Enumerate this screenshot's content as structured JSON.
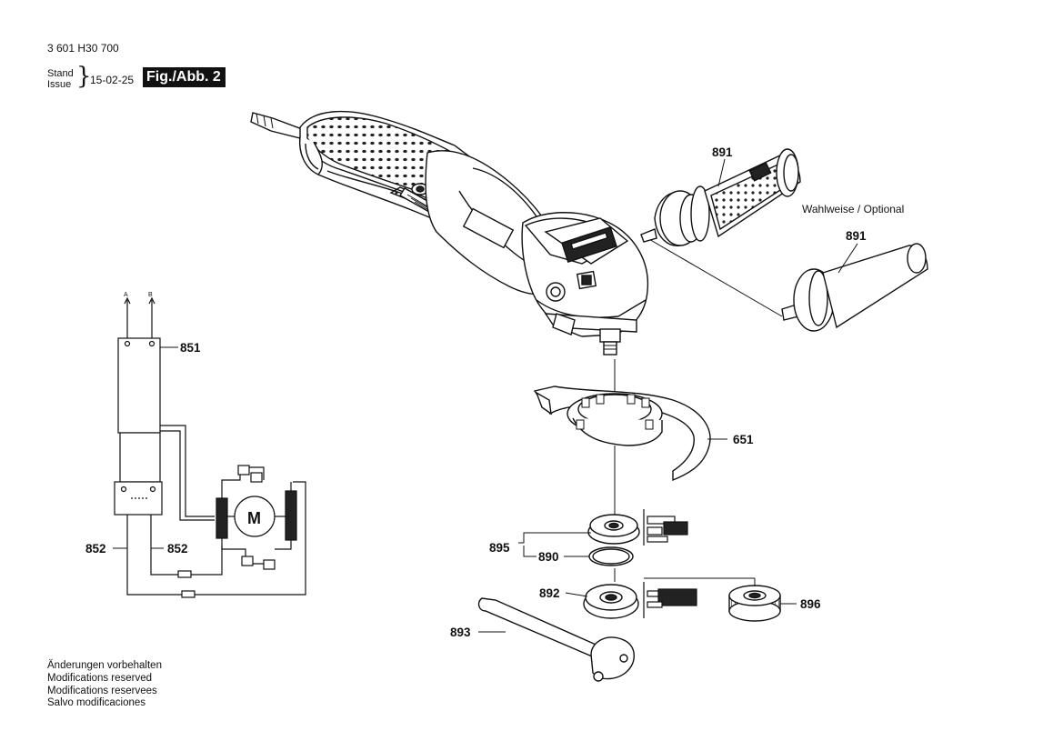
{
  "header": {
    "doc_number": "3 601 H30 700",
    "stand_label": "Stand",
    "issue_label": "Issue",
    "date": "15-02-25",
    "figure": "Fig./Abb. 2"
  },
  "optional_note": "Wahlweise / Optional",
  "parts": {
    "p891a": "891",
    "p891b": "891",
    "p851": "851",
    "p651": "651",
    "p852a": "852",
    "p852b": "852",
    "p895": "895",
    "p890": "890",
    "p892": "892",
    "p896": "896",
    "p893": "893"
  },
  "wiring": {
    "terminal_a": "A",
    "terminal_b": "B",
    "motor": "M"
  },
  "footer": {
    "lines": [
      "Änderungen vorbehalten",
      "Modifications reserved",
      "Modifications reservees",
      "Salvo modificaciones"
    ]
  }
}
